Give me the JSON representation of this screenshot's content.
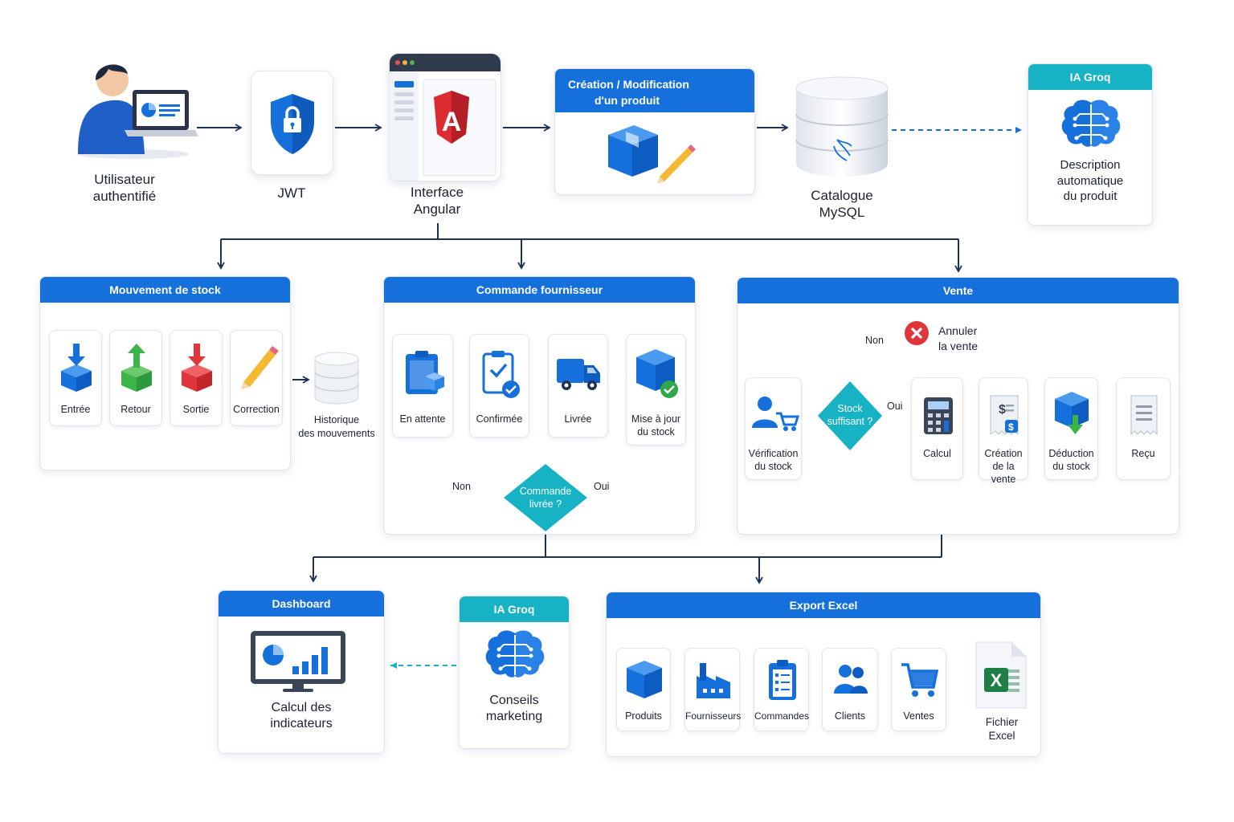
{
  "top": {
    "user_label": [
      "Utilisateur",
      "authentifié"
    ],
    "jwt_label": "JWT",
    "angular_label": [
      "Interface",
      "Angular"
    ],
    "creation_header": [
      "Création / Modification",
      "d'un produit"
    ],
    "catalogue_label": [
      "Catalogue",
      "MySQL"
    ],
    "ia_header": "IA Groq",
    "ia_label": [
      "Description",
      "automatique",
      "du produit"
    ]
  },
  "stock": {
    "header": "Mouvement de stock",
    "items": [
      "Entrée",
      "Retour",
      "Sortie",
      "Correction"
    ],
    "history_label": [
      "Historique",
      "des mouvements"
    ]
  },
  "commande": {
    "header": "Commande fournisseur",
    "steps": [
      "En attente",
      "Confirmée",
      "Livrée",
      "Mise à jour du stock"
    ],
    "step4_lines": [
      "Mise à jour",
      "du stock"
    ],
    "decision": [
      "Commande",
      "livrée ?"
    ],
    "no": "Non",
    "yes": "Oui"
  },
  "vente": {
    "header": "Vente",
    "steps": [
      [
        "Vérification",
        "du stock"
      ],
      [
        "Calcul"
      ],
      [
        "Création",
        "de la vente"
      ],
      [
        "Déduction",
        "du stock"
      ],
      [
        "Reçu"
      ]
    ],
    "decision": [
      "Stock",
      "suffisant ?"
    ],
    "no": "Non",
    "yes": "Oui",
    "cancel": [
      "Annuler",
      "la vente"
    ]
  },
  "dashboard": {
    "header": "Dashboard",
    "label": [
      "Calcul des",
      "indicateurs"
    ]
  },
  "ia_marketing": {
    "header": "IA Groq",
    "label": [
      "Conseils",
      "marketing"
    ]
  },
  "export": {
    "header": "Export Excel",
    "items": [
      "Produits",
      "Fournisseurs",
      "Commandes",
      "Clients",
      "Ventes"
    ],
    "file_label": [
      "Fichier",
      "Excel"
    ]
  },
  "colors": {
    "blue": "#1670dc",
    "teal": "#17b3c4",
    "navy": "#1e3354",
    "green": "#3bb54a",
    "red": "#e0363b"
  }
}
